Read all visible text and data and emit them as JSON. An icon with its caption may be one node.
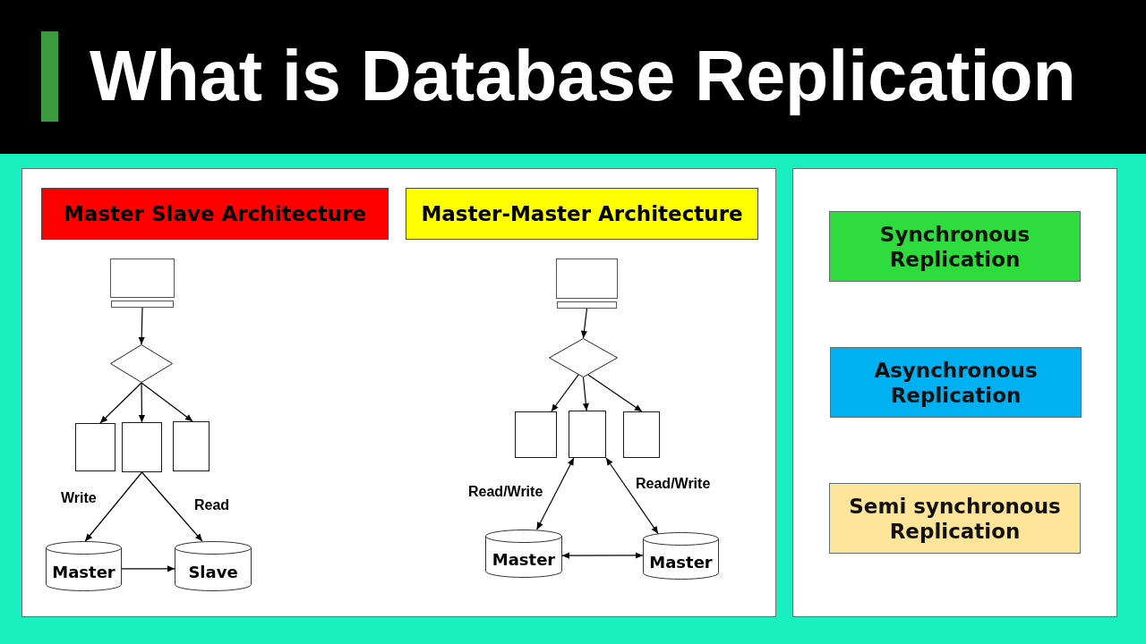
{
  "diagram": {
    "title": "What is Database Replication",
    "nodes": [
      {
        "text": [],
        "shape": "box"
      },
      {
        "text": [
          "Master Slave Architecture"
        ],
        "in": 0
      },
      {
        "text": [
          "Master-Master Architecture"
        ],
        "in": 0
      },
      {
        "text": [],
        "shape": "box",
        "in": 0
      },
      {
        "text": [],
        "shape": "diamond",
        "in": 0
      },
      {
        "text": [],
        "shape": "box",
        "in": 0
      },
      {
        "text": [],
        "shape": "box",
        "in": 0
      },
      {
        "text": [],
        "shape": "box",
        "in": 0
      },
      {
        "text": [
          "Master"
        ],
        "in": 0
      },
      {
        "text": [
          "Slave"
        ],
        "in": 0
      },
      {
        "text": [],
        "shape": "box",
        "in": 0
      },
      {
        "text": [],
        "shape": "diamond",
        "in": 0
      },
      {
        "text": [],
        "shape": "box",
        "in": 0
      },
      {
        "text": [],
        "shape": "box",
        "in": 0
      },
      {
        "text": [],
        "shape": "box",
        "in": 0
      },
      {
        "text": [
          "Master"
        ],
        "in": 0
      },
      {
        "text": [
          "Master"
        ],
        "in": 0
      },
      {
        "text": [],
        "shape": "box"
      },
      {
        "text": [
          "Synchronous Replication"
        ],
        "in": 17
      },
      {
        "text": [
          "Asynchronous Replication"
        ],
        "in": 17
      },
      {
        "text": [
          "Semi synchronous Replication"
        ],
        "in": 17
      }
    ],
    "edges": [
      {
        "from": 3,
        "to": 4,
        "arrow": "to"
      },
      {
        "from": 4,
        "to": 5,
        "arrow": "to"
      },
      {
        "from": 4,
        "to": 6,
        "arrow": "to"
      },
      {
        "from": 4,
        "to": 7,
        "arrow": "to"
      },
      {
        "from": 6,
        "to": 8,
        "arrow": "to",
        "label": "Write"
      },
      {
        "from": 6,
        "to": 9,
        "arrow": "to",
        "label": "Read"
      },
      {
        "from": 8,
        "to": 9,
        "arrow": "to"
      },
      {
        "from": 10,
        "to": 11,
        "arrow": "to"
      },
      {
        "from": 11,
        "to": 12,
        "arrow": "to"
      },
      {
        "from": 11,
        "to": 13,
        "arrow": "to"
      },
      {
        "from": 11,
        "to": 14,
        "arrow": "to"
      },
      {
        "from": 13,
        "to": 15,
        "arrow": "both",
        "label": "Read/Write"
      },
      {
        "from": 13,
        "to": 16,
        "arrow": "both",
        "label": "Read/Write"
      },
      {
        "from": 15,
        "to": 16,
        "arrow": "both"
      }
    ]
  }
}
